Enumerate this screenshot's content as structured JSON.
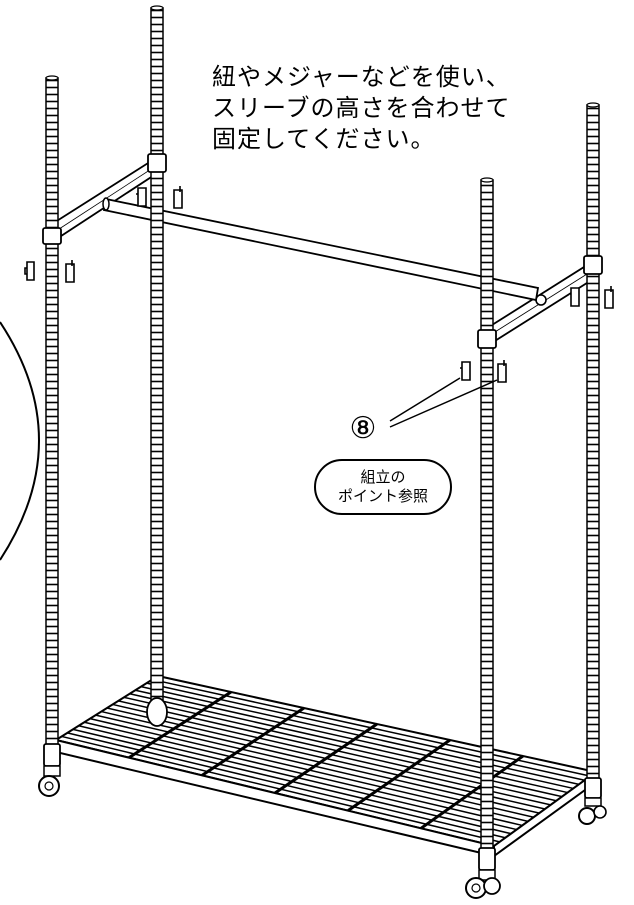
{
  "instruction": {
    "lines": [
      "紐やメジャーなどを使い、",
      "スリーブの高さを合わせて",
      "固定してください。"
    ]
  },
  "step": {
    "number": "⑧"
  },
  "badge": {
    "line1": "組立の",
    "line2": "ポイント参照"
  },
  "colors": {
    "stroke": "#000000",
    "background": "#ffffff"
  }
}
